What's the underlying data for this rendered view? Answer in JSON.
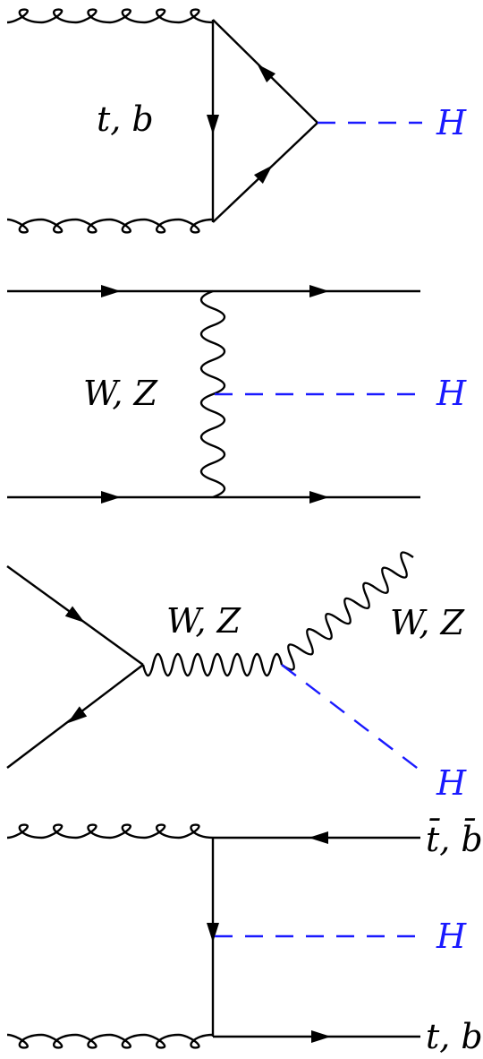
{
  "diagram1": {
    "quark_label": "t, b",
    "higgs_label": "H"
  },
  "diagram2": {
    "boson_label": "W, Z",
    "higgs_label": "H"
  },
  "diagram3": {
    "internal_boson_label": "W, Z",
    "outgoing_boson_label": "W, Z",
    "higgs_label": "H"
  },
  "diagram4": {
    "top_out_label": "t̄, b̄",
    "higgs_label": "H",
    "bottom_out_label": "t, b"
  },
  "colors": {
    "higgs": "#1a1aff",
    "lines": "#000000",
    "background": "#ffffff"
  }
}
